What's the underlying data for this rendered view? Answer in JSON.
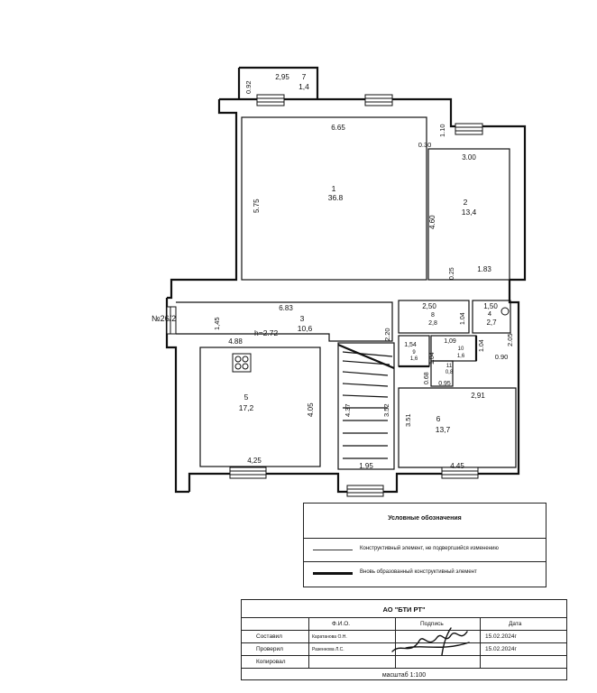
{
  "plan": {
    "address_label": "№26/2",
    "height_note": "h=2.72",
    "rooms": [
      {
        "num": "1",
        "area": "36.8"
      },
      {
        "num": "2",
        "area": "13,4"
      },
      {
        "num": "3",
        "area": "10,6"
      },
      {
        "num": "4",
        "area": "2,7"
      },
      {
        "num": "5",
        "area": "17,2"
      },
      {
        "num": "6",
        "area": "13,7"
      },
      {
        "num": "7",
        "area": "1,4"
      },
      {
        "num": "8",
        "area": "2,8"
      },
      {
        "num": "9",
        "area": "1,6"
      },
      {
        "num": "10",
        "area": "1,6"
      },
      {
        "num": "11",
        "area": "0,8"
      }
    ],
    "dimensions": {
      "d_292_top": "2,95",
      "d_092": "0.92",
      "d_665": "6.65",
      "d_110": "1.10",
      "d_030": "0.30",
      "d_300": "3.00",
      "d_575": "5.75",
      "d_460": "4.60",
      "d_025": "0.25",
      "d_183": "1.83",
      "d_683": "6.83",
      "d_250": "2,50",
      "d_150": "1,50",
      "d_145": "1,45",
      "d_104a": "1.04",
      "d_220": "2.20",
      "d_205": "2.05",
      "d_488": "4.88",
      "d_154": "1,54",
      "d_109": "1,09",
      "d_104b": "1.04",
      "d_104c": "1.04",
      "d_090": "0.90",
      "d_068": "0.68",
      "d_095": "0.95",
      "d_291": "2,91",
      "d_405": "4.05",
      "d_437": "4.37",
      "d_352": "3.52",
      "d_351": "3.51",
      "d_425": "4,25",
      "d_195": "1.95",
      "d_445": "4.45"
    }
  },
  "legend": {
    "title": "Условные обозначения",
    "items": [
      {
        "text": "Конструктивный элемент, не подвергшийся изменению"
      },
      {
        "text": "Вновь образованный конструктивный элемент"
      }
    ]
  },
  "stamp": {
    "organization": "АО \"БТИ РТ\"",
    "headers": {
      "fio": "Ф.И.О.",
      "signature": "Подпись",
      "date": "Дата"
    },
    "rows": [
      {
        "role": "Составил",
        "name": "Каратанова О.Н.",
        "date": "15.02.2024г"
      },
      {
        "role": "Проверил",
        "name": "Разеннова Л.С.",
        "date": "15.02.2024г"
      },
      {
        "role": "Копировал",
        "name": "",
        "date": ""
      }
    ],
    "scale": "масштаб 1:100"
  }
}
